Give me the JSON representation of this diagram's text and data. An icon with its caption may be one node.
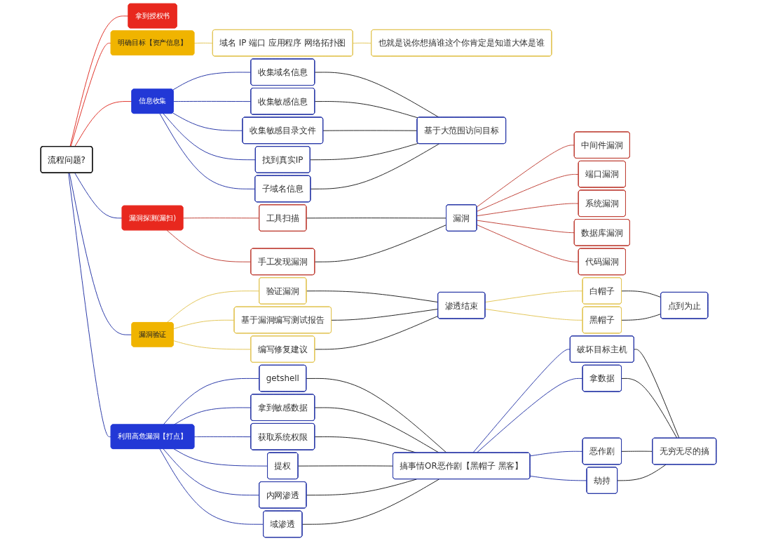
{
  "diagram": {
    "nodes": [
      {
        "text": [
          "流程问题?"
        ]
      },
      {
        "text": [
          "拿到授权书"
        ]
      },
      {
        "text": [
          "明确目标【资产信息】"
        ]
      },
      {
        "text": [
          "域名 IP 端口 应用程序 网络拓扑图"
        ]
      },
      {
        "text": [
          "也就是说你想搞谁这个你肯定是知道大体是谁"
        ]
      },
      {
        "text": [
          "信息收集"
        ]
      },
      {
        "text": [
          "收集域名信息"
        ]
      },
      {
        "text": [
          "收集敏感信息"
        ]
      },
      {
        "text": [
          "收集敏感目录文件"
        ]
      },
      {
        "text": [
          "找到真实IP"
        ]
      },
      {
        "text": [
          "子域名信息"
        ]
      },
      {
        "text": [
          "基于大范围访问目标"
        ]
      },
      {
        "text": [
          "漏洞探测(漏扫)"
        ]
      },
      {
        "text": [
          "工具扫描"
        ]
      },
      {
        "text": [
          "手工发现漏洞"
        ]
      },
      {
        "text": [
          "漏洞"
        ]
      },
      {
        "text": [
          "中间件漏洞"
        ]
      },
      {
        "text": [
          "端口漏洞"
        ]
      },
      {
        "text": [
          "系统漏洞"
        ]
      },
      {
        "text": [
          "数据库漏洞"
        ]
      },
      {
        "text": [
          "代码漏洞"
        ]
      },
      {
        "text": [
          "漏洞验证"
        ]
      },
      {
        "text": [
          "验证漏洞"
        ]
      },
      {
        "text": [
          "基于漏洞编写测试报告"
        ]
      },
      {
        "text": [
          "编写修复建议"
        ]
      },
      {
        "text": [
          "渗透结束"
        ]
      },
      {
        "text": [
          "白帽子"
        ]
      },
      {
        "text": [
          "黑帽子"
        ]
      },
      {
        "text": [
          "点到为止"
        ]
      },
      {
        "text": [
          "利用高危漏洞【打点】"
        ]
      },
      {
        "text": [
          "getshell"
        ]
      },
      {
        "text": [
          "拿到敏感数据"
        ]
      },
      {
        "text": [
          "获取系统权限"
        ]
      },
      {
        "text": [
          "提权"
        ]
      },
      {
        "text": [
          "内网渗透"
        ]
      },
      {
        "text": [
          "域渗透"
        ]
      },
      {
        "text": [
          "搞事情OR恶作剧【黑帽子 黑客】"
        ]
      },
      {
        "text": [
          "破坏目标主机"
        ]
      },
      {
        "text": [
          "拿数据"
        ]
      },
      {
        "text": [
          "恶作剧"
        ]
      },
      {
        "text": [
          "劫持"
        ]
      },
      {
        "text": [
          "无穷无尽的搞"
        ]
      }
    ],
    "edges": [
      {
        "from": 0,
        "to": 1,
        "arrow": "none",
        "color": "#e0342a"
      },
      {
        "from": 0,
        "to": 2,
        "arrow": "none",
        "color": "#e0342a"
      },
      {
        "from": 0,
        "to": 5,
        "arrow": "none",
        "color": "#e0342a"
      },
      {
        "from": 0,
        "to": 12,
        "arrow": "none",
        "color": "#2b3aa8"
      },
      {
        "from": 0,
        "to": 21,
        "arrow": "none",
        "color": "#2b3aa8"
      },
      {
        "from": 0,
        "to": 29,
        "arrow": "none",
        "color": "#2b3aa8"
      },
      {
        "from": 2,
        "to": 3,
        "arrow": "none",
        "color": "#e3c65a"
      },
      {
        "from": 3,
        "to": 4,
        "arrow": "none",
        "color": "#e3c65a"
      },
      {
        "from": 5,
        "to": 6,
        "arrow": "none",
        "color": "#2b3aa8"
      },
      {
        "from": 5,
        "to": 7,
        "arrow": "none",
        "color": "#2b3aa8"
      },
      {
        "from": 5,
        "to": 8,
        "arrow": "none",
        "color": "#2b3aa8"
      },
      {
        "from": 5,
        "to": 9,
        "arrow": "none",
        "color": "#2b3aa8"
      },
      {
        "from": 5,
        "to": 10,
        "arrow": "none",
        "color": "#2b3aa8"
      },
      {
        "from": 6,
        "to": 11,
        "arrow": "none"
      },
      {
        "from": 7,
        "to": 11,
        "arrow": "none"
      },
      {
        "from": 8,
        "to": 11,
        "arrow": "none"
      },
      {
        "from": 9,
        "to": 11,
        "arrow": "none"
      },
      {
        "from": 10,
        "to": 11,
        "arrow": "none"
      },
      {
        "from": 12,
        "to": 13,
        "arrow": "none",
        "color": "#c0443a"
      },
      {
        "from": 12,
        "to": 14,
        "arrow": "none",
        "color": "#c0443a"
      },
      {
        "from": 13,
        "to": 15,
        "arrow": "none"
      },
      {
        "from": 14,
        "to": 15,
        "arrow": "none"
      },
      {
        "from": 15,
        "to": 16,
        "arrow": "none",
        "color": "#c0443a"
      },
      {
        "from": 15,
        "to": 17,
        "arrow": "none",
        "color": "#c0443a"
      },
      {
        "from": 15,
        "to": 18,
        "arrow": "none",
        "color": "#c0443a"
      },
      {
        "from": 15,
        "to": 19,
        "arrow": "none",
        "color": "#c0443a"
      },
      {
        "from": 15,
        "to": 20,
        "arrow": "none",
        "color": "#c0443a"
      },
      {
        "from": 21,
        "to": 22,
        "arrow": "none",
        "color": "#e3c65a"
      },
      {
        "from": 21,
        "to": 23,
        "arrow": "none",
        "color": "#e3c65a"
      },
      {
        "from": 21,
        "to": 24,
        "arrow": "none",
        "color": "#e3c65a"
      },
      {
        "from": 22,
        "to": 25,
        "arrow": "none"
      },
      {
        "from": 23,
        "to": 25,
        "arrow": "none"
      },
      {
        "from": 24,
        "to": 25,
        "arrow": "none"
      },
      {
        "from": 25,
        "to": 26,
        "arrow": "none",
        "color": "#e3c65a"
      },
      {
        "from": 25,
        "to": 27,
        "arrow": "none",
        "color": "#e3c65a"
      },
      {
        "from": 26,
        "to": 28,
        "arrow": "none"
      },
      {
        "from": 27,
        "to": 28,
        "arrow": "none"
      },
      {
        "from": 29,
        "to": 30,
        "arrow": "none",
        "color": "#2b3aa8"
      },
      {
        "from": 29,
        "to": 31,
        "arrow": "none",
        "color": "#2b3aa8"
      },
      {
        "from": 29,
        "to": 32,
        "arrow": "none",
        "color": "#2b3aa8"
      },
      {
        "from": 29,
        "to": 33,
        "arrow": "none",
        "color": "#2b3aa8"
      },
      {
        "from": 29,
        "to": 34,
        "arrow": "none",
        "color": "#2b3aa8"
      },
      {
        "from": 29,
        "to": 35,
        "arrow": "none",
        "color": "#2b3aa8"
      },
      {
        "from": 30,
        "to": 36,
        "arrow": "none"
      },
      {
        "from": 31,
        "to": 36,
        "arrow": "none"
      },
      {
        "from": 32,
        "to": 36,
        "arrow": "none"
      },
      {
        "from": 33,
        "to": 36,
        "arrow": "none"
      },
      {
        "from": 34,
        "to": 36,
        "arrow": "none"
      },
      {
        "from": 35,
        "to": 36,
        "arrow": "none"
      },
      {
        "from": 36,
        "to": 37,
        "arrow": "none",
        "color": "#2b3aa8"
      },
      {
        "from": 36,
        "to": 38,
        "arrow": "none",
        "color": "#2b3aa8"
      },
      {
        "from": 36,
        "to": 39,
        "arrow": "none",
        "color": "#2b3aa8"
      },
      {
        "from": 36,
        "to": 40,
        "arrow": "none",
        "color": "#2b3aa8"
      },
      {
        "from": 37,
        "to": 41,
        "arrow": "none"
      },
      {
        "from": 38,
        "to": 41,
        "arrow": "none"
      },
      {
        "from": 39,
        "to": 41,
        "arrow": "none"
      },
      {
        "from": 40,
        "to": 41,
        "arrow": "none"
      }
    ]
  }
}
